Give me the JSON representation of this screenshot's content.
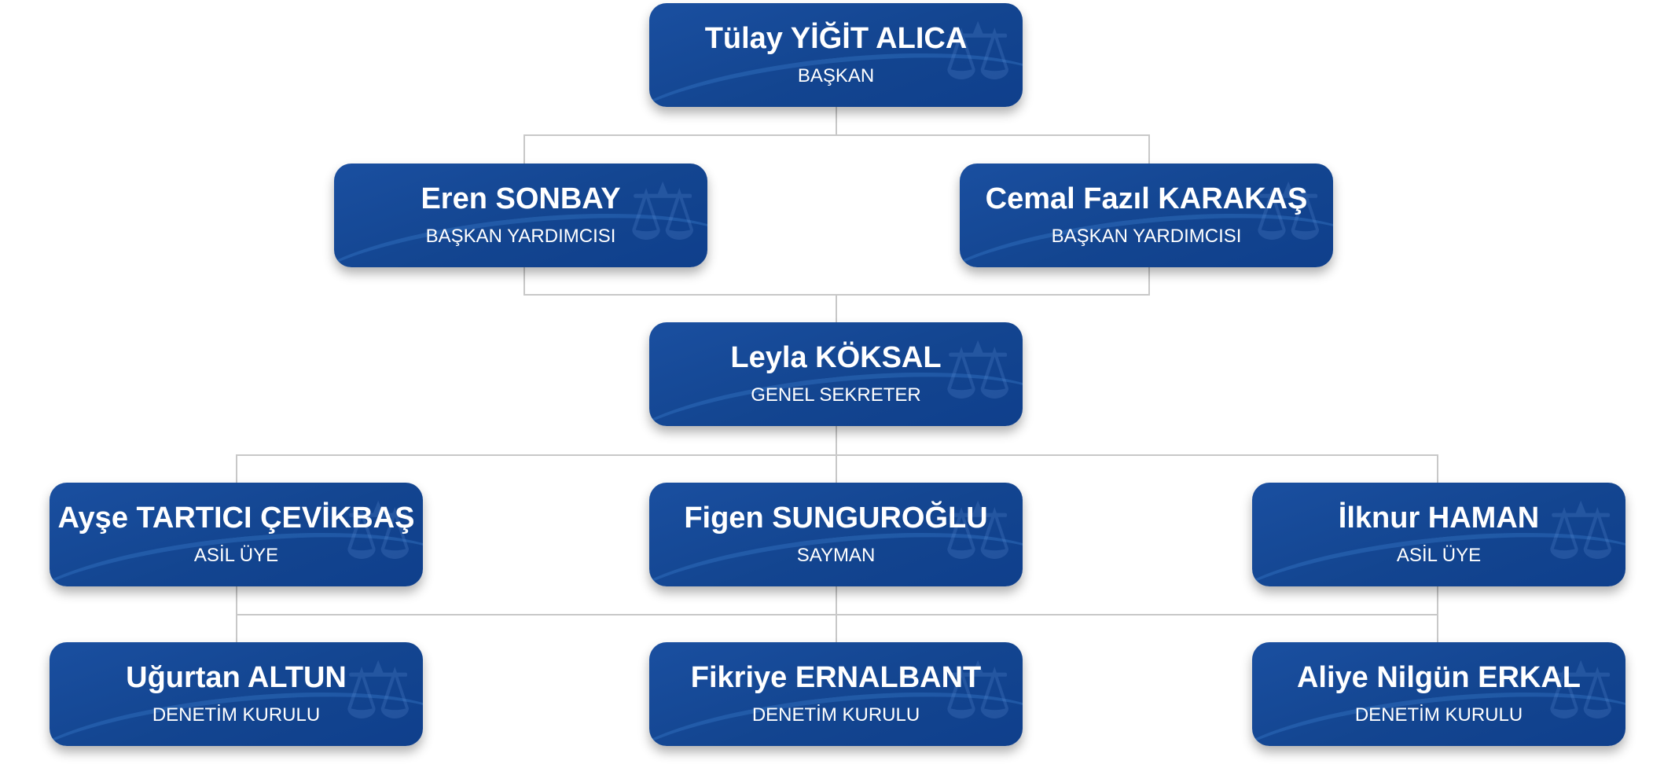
{
  "members": [
    {
      "name": "Tülay YİĞİT ALICA",
      "role": "BAŞKAN"
    },
    {
      "name": "Eren SONBAY",
      "role": "BAŞKAN YARDIMCISI"
    },
    {
      "name": "Cemal Fazıl KARAKAŞ",
      "role": "BAŞKAN YARDIMCISI"
    },
    {
      "name": "Leyla KÖKSAL",
      "role": "GENEL SEKRETER"
    },
    {
      "name": "Ayşe TARTICI ÇEVİKBAŞ",
      "role": "ASİL ÜYE"
    },
    {
      "name": "Figen SUNGUROĞLU",
      "role": "SAYMAN"
    },
    {
      "name": "İlknur HAMAN",
      "role": "ASİL ÜYE"
    },
    {
      "name": "Uğurtan ALTUN",
      "role": "DENETİM KURULU"
    },
    {
      "name": "Fikriye ERNALBANT",
      "role": "DENETİM KURULU"
    },
    {
      "name": "Aliye Nilgün ERKAL",
      "role": "DENETİM KURULU"
    }
  ]
}
